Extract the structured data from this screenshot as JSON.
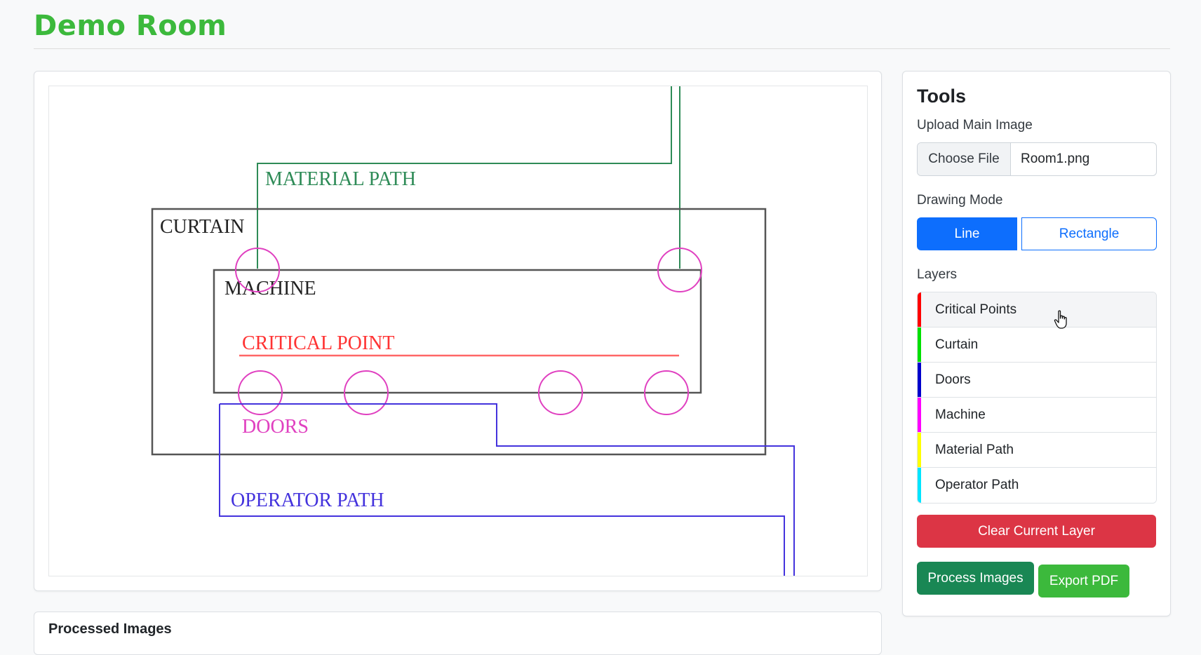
{
  "page": {
    "title": "Demo Room"
  },
  "canvas": {
    "labels": {
      "material_path": "MATERIAL PATH",
      "curtain": "CURTAIN",
      "machine": "MACHINE",
      "critical_point": "CRITICAL POINT",
      "doors": "DOORS",
      "operator_path": "OPERATOR PATH"
    }
  },
  "tools": {
    "title": "Tools",
    "upload": {
      "label": "Upload Main Image",
      "button": "Choose File",
      "filename": "Room1.png"
    },
    "drawing_mode": {
      "label": "Drawing Mode",
      "options": [
        "Line",
        "Rectangle"
      ],
      "selected": "Line"
    },
    "layers": {
      "label": "Layers",
      "items": [
        {
          "name": "Critical Points",
          "color": "#ff0000",
          "active": true
        },
        {
          "name": "Curtain",
          "color": "#00e000",
          "active": false
        },
        {
          "name": "Doors",
          "color": "#0000cc",
          "active": false
        },
        {
          "name": "Machine",
          "color": "#ff00ff",
          "active": false
        },
        {
          "name": "Material Path",
          "color": "#ffff00",
          "active": false
        },
        {
          "name": "Operator Path",
          "color": "#00e5ff",
          "active": false
        }
      ]
    },
    "clear_label": "Clear Current Layer",
    "process_label": "Process Images",
    "export_label": "Export PDF"
  },
  "processed": {
    "title": "Processed Images"
  },
  "colors": {
    "brand_green": "#3cb93c",
    "primary": "#0d6efd",
    "danger": "#dc3545",
    "success": "#198754",
    "material_path": "#2e8b57",
    "critical": "#ff3333",
    "doors": "#e040c0",
    "operator": "#4433dd",
    "outline": "#555555"
  }
}
